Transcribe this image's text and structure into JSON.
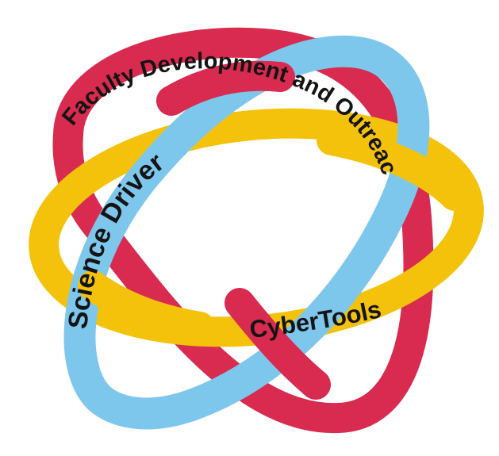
{
  "diagram": {
    "labels": {
      "faculty": "Faculty Development and Outreach",
      "science": "Science Drivers",
      "cyber": "CyberTools"
    },
    "colors": {
      "faculty_ring": "#d92a4f",
      "science_ring": "#7ec7ec",
      "cyber_ring": "#f4c20b",
      "text": "#141414",
      "background": "#ffffff"
    }
  }
}
